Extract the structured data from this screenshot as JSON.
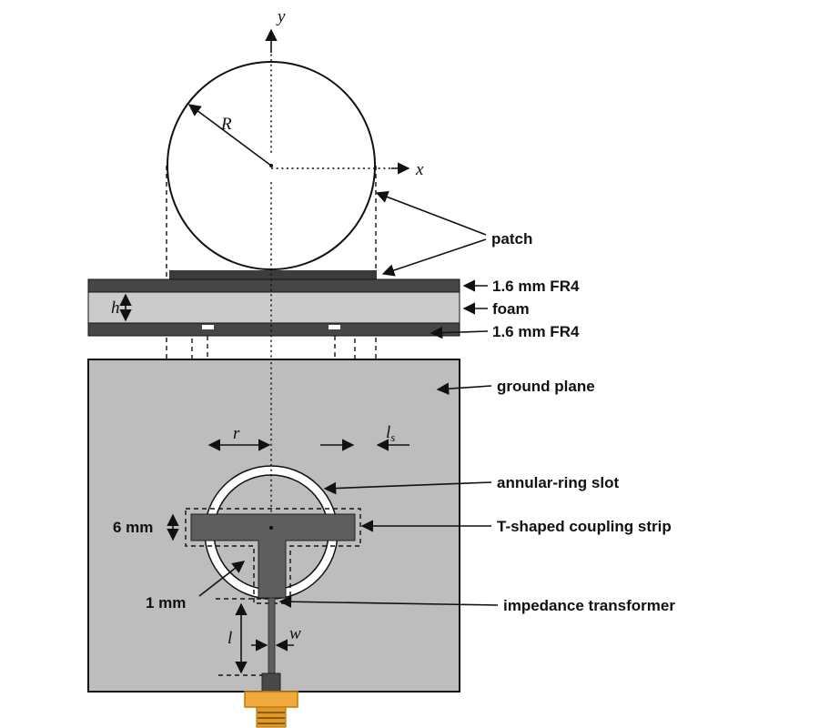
{
  "colors": {
    "patch": "#a8a8a8",
    "patch_edge": "#3c3c3c",
    "fr4": "#464646",
    "foam": "#cbcbcb",
    "ground": "#bdbdbd",
    "strip": "#5e5e5e",
    "slot_white": "#ffffff",
    "sma_body": "#484848",
    "sma_gold": "#f2a93b",
    "sma_gold_dark": "#e09a2c",
    "line": "#111111"
  },
  "vars": {
    "y": "y",
    "x": "x",
    "R": "R",
    "h": "h",
    "r": "r",
    "ls_base": "l",
    "ls_sub": "s",
    "l": "l",
    "w": "w"
  },
  "labels": {
    "patch": "patch",
    "fr4_top": "1.6 mm FR4",
    "foam": "foam",
    "fr4_bottom": "1.6 mm FR4",
    "ground_plane": "ground plane",
    "ring_slot": "annular-ring slot",
    "t_strip": "T-shaped coupling strip",
    "transformer": "impedance transformer",
    "six_mm": "6 mm",
    "one_mm": "1 mm"
  }
}
